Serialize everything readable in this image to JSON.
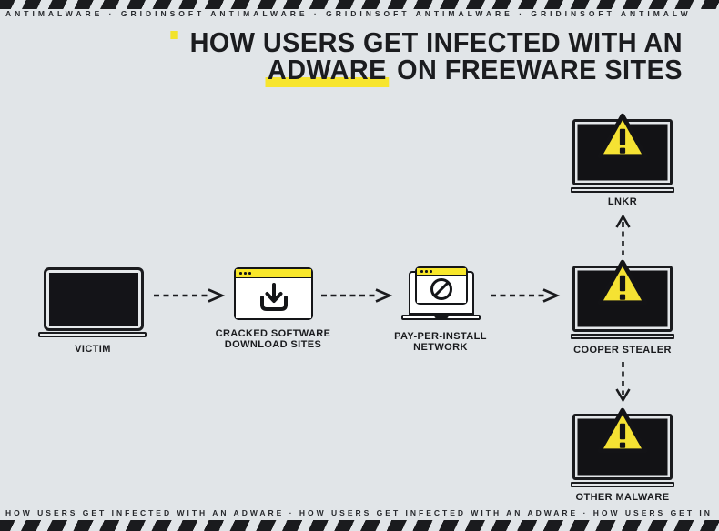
{
  "colors": {
    "background": "#e1e5e8",
    "ink": "#1a1b1e",
    "accent_yellow": "#f5e233",
    "titlebar_yellow": "#f8e72b",
    "highlight_yellow": "#f7e52e",
    "laptop_frame_light": "#e7eaec"
  },
  "top_banner": {
    "text": "ANTIMALWARE · GRIDINSOFT ANTIMALWARE · GRIDINSOFT ANTIMALWARE · GRIDINSOFT ANTIMALW"
  },
  "title": {
    "line1": "HOW USERS GET INFECTED WITH AN",
    "line2_highlight": "ADWARE",
    "line2_rest": " ON FREEWARE SITES"
  },
  "nodes": {
    "victim": {
      "label": "VICTIM",
      "icon": "laptop-icon"
    },
    "cracked": {
      "label_line1": "CRACKED SOFTWARE",
      "label_line2": "DOWNLOAD SITES",
      "icon": "browser-download-icon"
    },
    "ppi": {
      "label_line1": "PAY-PER-INSTALL",
      "label_line2": "NETWORK",
      "icon": "browser-blocked-icon"
    },
    "cooper": {
      "label": "COOPER STEALER",
      "icon": "laptop-warning-icon"
    },
    "lnkr": {
      "label": "LNKR",
      "icon": "laptop-warning-icon"
    },
    "other": {
      "label": "OTHER MALWARE",
      "icon": "laptop-warning-icon"
    }
  },
  "flow": {
    "arrows": [
      "victim → cracked software download sites",
      "cracked software download sites → pay-per-install network",
      "pay-per-install network → cooper stealer",
      "cooper stealer → lnkr",
      "cooper stealer → other malware"
    ]
  },
  "bottom_banner": {
    "text": "HOW USERS GET INFECTED WITH AN ADWARE · HOW USERS GET INFECTED WITH AN ADWARE · HOW USERS GET IN"
  }
}
